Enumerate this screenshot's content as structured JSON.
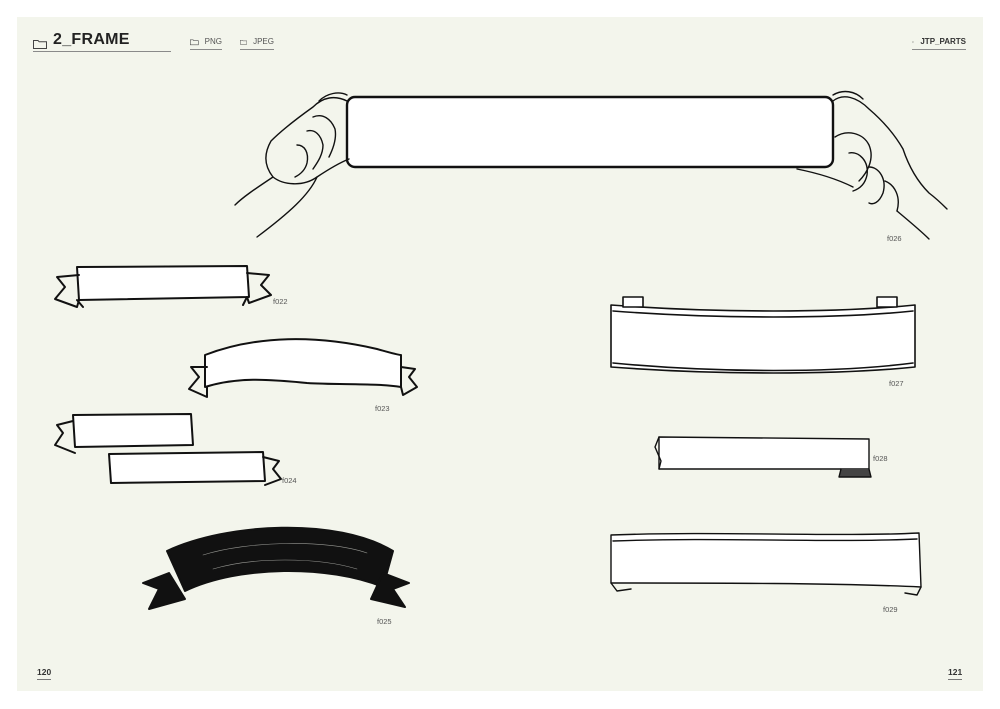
{
  "header": {
    "section_title": "2_FRAME",
    "format_tabs": [
      "PNG",
      "JPEG"
    ],
    "category": "JTP_PARTS"
  },
  "assets": {
    "f022": "f022",
    "f023": "f023",
    "f024": "f024",
    "f025": "f025",
    "f026": "f026",
    "f027": "f027",
    "f028": "f028",
    "f029": "f029"
  },
  "footer": {
    "page_left": "120",
    "page_right": "121"
  }
}
